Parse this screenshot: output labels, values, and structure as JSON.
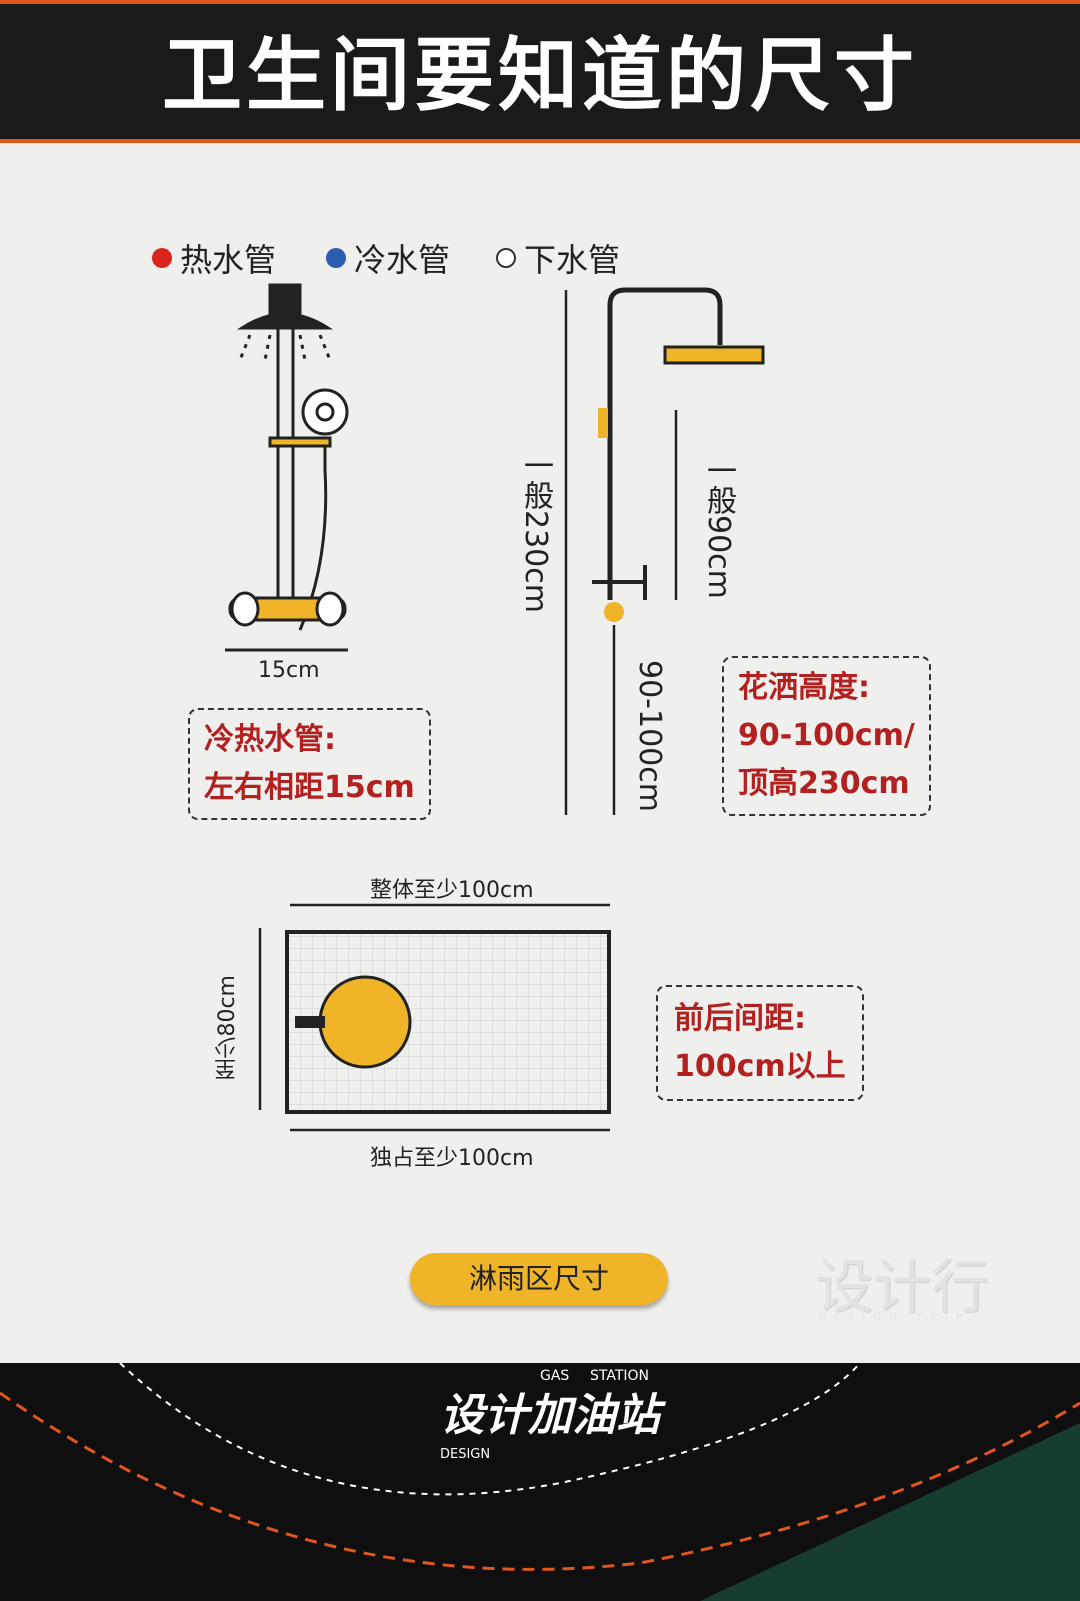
{
  "title": "卫生间要知道的尺寸",
  "legend": [
    {
      "label": "热水管",
      "color": "#d9261c"
    },
    {
      "label": "冷水管",
      "color": "#2a5db0"
    },
    {
      "label": "下水管",
      "color": "#ffffff"
    }
  ],
  "shower_front": {
    "width_label": "15cm",
    "note_line1": "冷热水管:",
    "note_line2": "左右相距15cm"
  },
  "shower_side": {
    "total_label": "一般230cm",
    "head_label": "一般90cm",
    "valve_label": "90-100cm",
    "note_line1": "花洒高度:",
    "note_line2": "90-100cm/",
    "note_line3": "顶高230cm"
  },
  "plan": {
    "top_label": "整体至少100cm",
    "bottom_label": "独占至少100cm",
    "side_label": "至少80cm",
    "note_line1": "前后间距:",
    "note_line2": "100cm以上"
  },
  "section_button": "淋雨区尺寸",
  "watermark": {
    "main": "设计行",
    "sub": "DESIGN TRIP"
  },
  "footer_logo": {
    "cn": "设计加油站",
    "en1": "GAS",
    "en2": "STATION",
    "en3": "DESIGN"
  },
  "colors": {
    "accent": "#f0b428",
    "header_bg": "#1a1a1a",
    "note_red": "#b32020",
    "stripe": "#e0561f"
  }
}
